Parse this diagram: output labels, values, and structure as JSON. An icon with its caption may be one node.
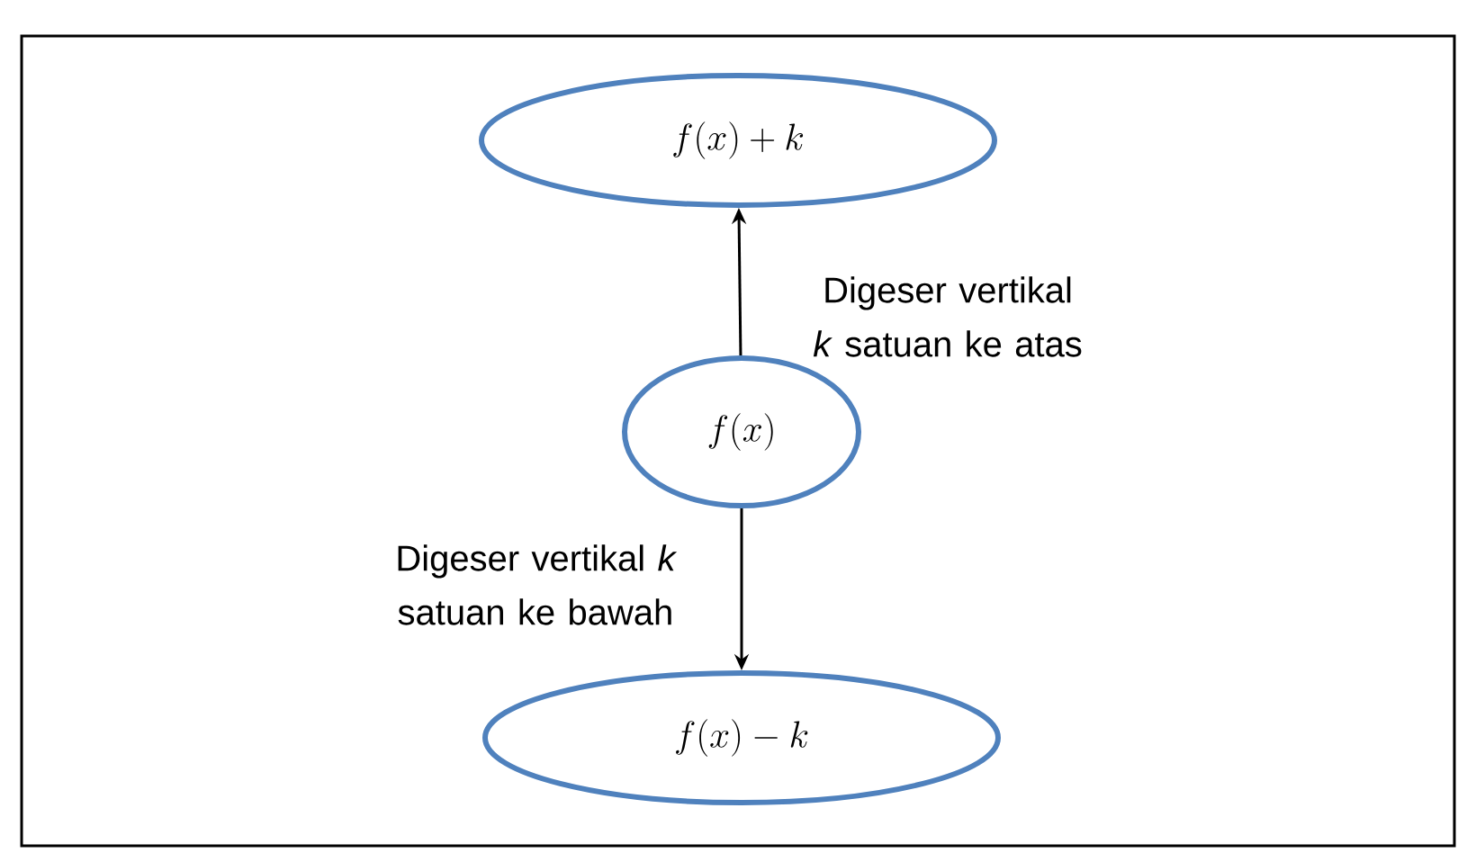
{
  "diagram": {
    "nodes": [
      {
        "text": [
          "f(x)+k"
        ]
      },
      {
        "text": [
          "f(x)"
        ]
      },
      {
        "text": [
          "f(x)-k"
        ]
      }
    ],
    "edges": [
      {
        "from": 1,
        "to": 0,
        "arrow": "to",
        "label": "Digeser vertikal *k* satuan ke atas"
      },
      {
        "from": 1,
        "to": 2,
        "arrow": "to",
        "label": "Digeser vertikal *k* satuan ke bawah"
      }
    ]
  }
}
